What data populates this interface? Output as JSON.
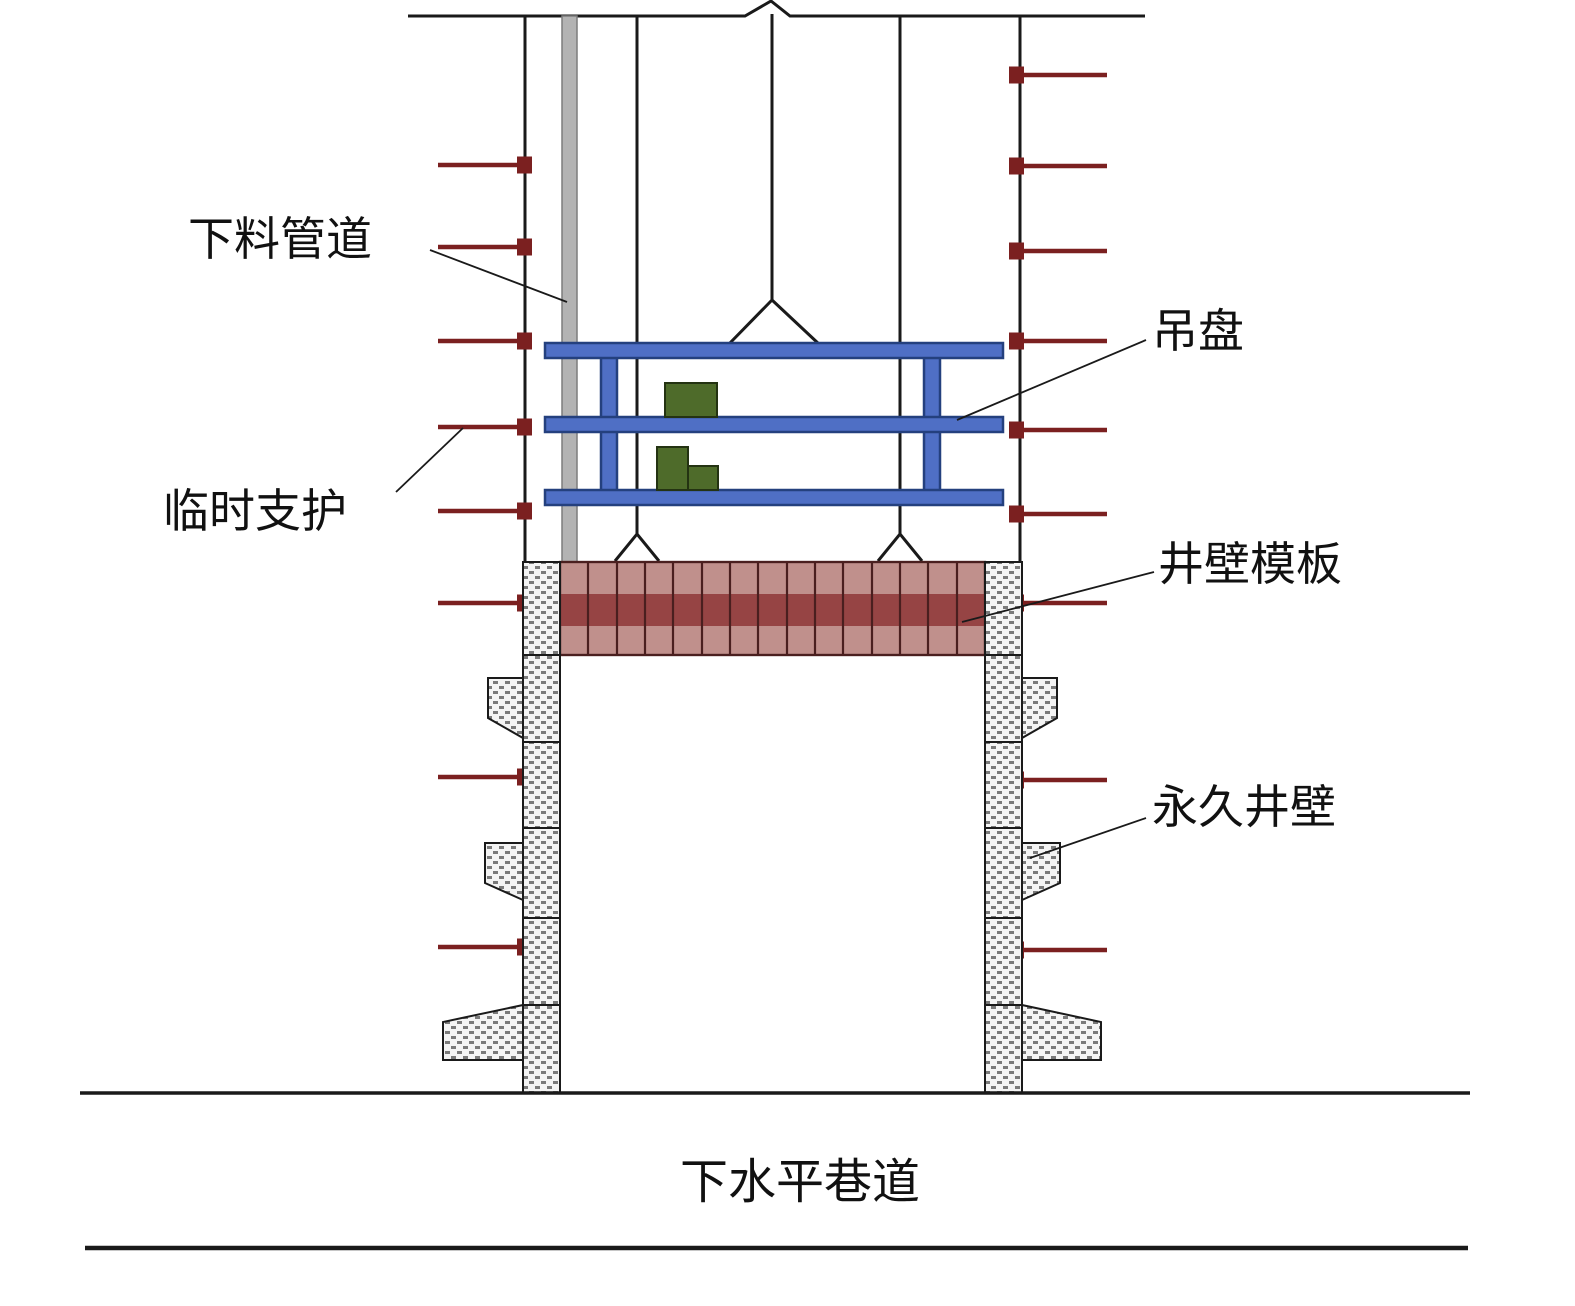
{
  "labels": {
    "feed_pipe": "下料管道",
    "hanging_platform": "吊盘",
    "temporary_support": "临时支护",
    "shaft_formwork": "井壁模板",
    "permanent_wall": "永久井壁",
    "lower_tunnel": "下水平巷道"
  },
  "colors": {
    "platform_blue": "#4f6fc5",
    "bolt_maroon": "#7b2020",
    "formwork_light": "#c0908c",
    "formwork_dark": "#964444",
    "equipment_green": "#4e6b2a",
    "pipe_gray": "#b3b3b3",
    "line_black": "#1a1a1a"
  }
}
